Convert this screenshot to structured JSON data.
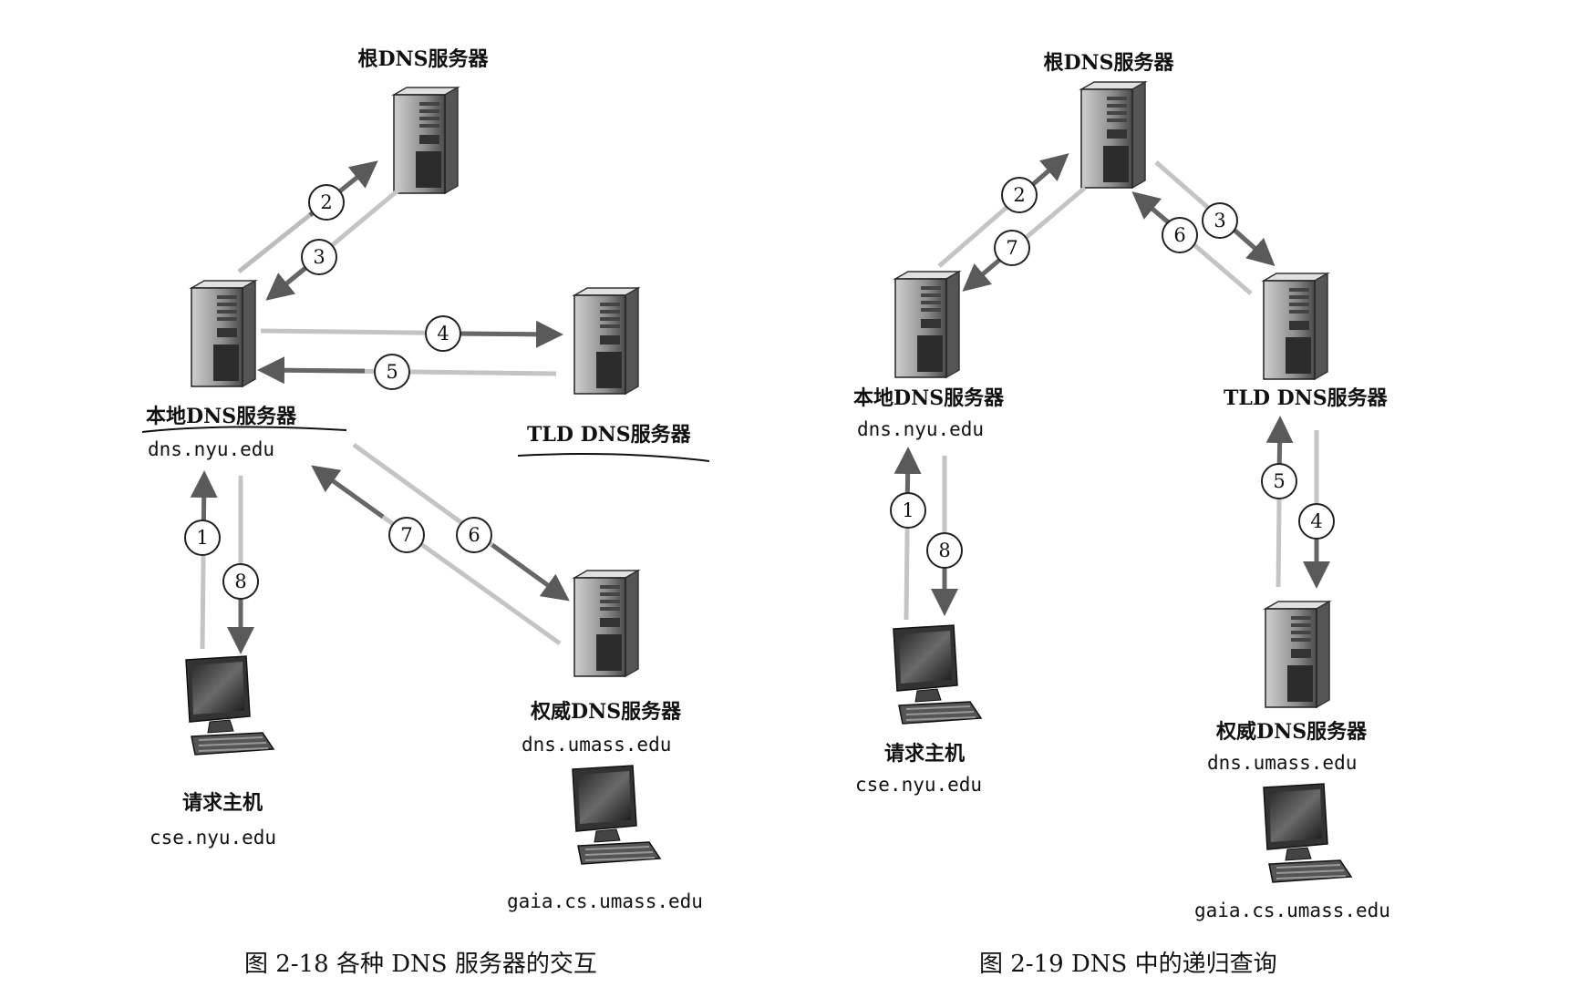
{
  "left": {
    "caption": "图 2-18    各种 DNS 服务器的交互",
    "root_label": "根DNS服务器",
    "local_label": "本地DNS服务器",
    "local_host": "dns.nyu.edu",
    "tld_label": "TLD DNS服务器",
    "auth_label": "权威DNS服务器",
    "auth_host": "dns.umass.edu",
    "req_label": "请求主机",
    "req_host": "cse.nyu.edu",
    "target_host": "gaia.cs.umass.edu",
    "steps": [
      "1",
      "2",
      "3",
      "4",
      "5",
      "6",
      "7",
      "8"
    ]
  },
  "right": {
    "caption": "图 2-19    DNS 中的递归查询",
    "root_label": "根DNS服务器",
    "local_label": "本地DNS服务器",
    "local_host": "dns.nyu.edu",
    "tld_label": "TLD DNS服务器",
    "auth_label": "权威DNS服务器",
    "auth_host": "dns.umass.edu",
    "req_label": "请求主机",
    "req_host": "cse.nyu.edu",
    "target_host": "gaia.cs.umass.edu",
    "steps": [
      "1",
      "2",
      "3",
      "4",
      "5",
      "6",
      "7",
      "8"
    ]
  },
  "colors": {
    "arrow": "#6b6b6b",
    "arrow_light": "#c9c9c9",
    "ink": "#111111"
  }
}
